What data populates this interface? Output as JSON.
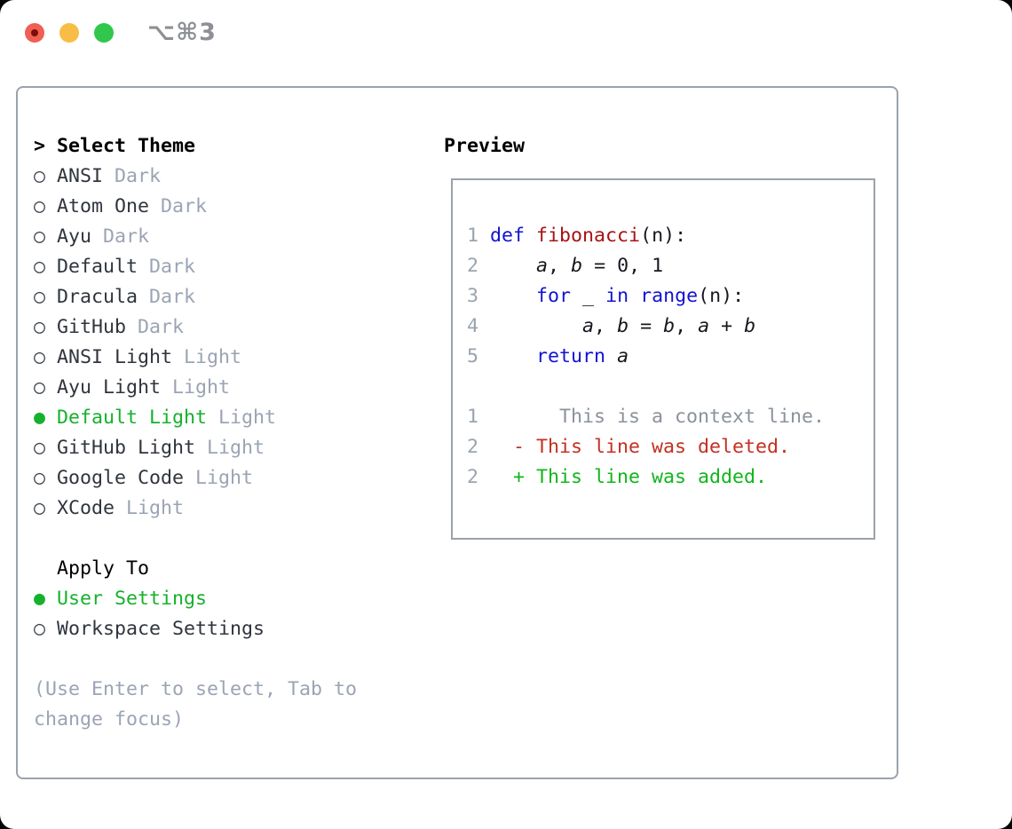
{
  "window": {
    "title_shortcut": "⌥⌘3",
    "controls": [
      "close",
      "minimize",
      "zoom"
    ]
  },
  "colors": {
    "accent_green": "#16b12c",
    "keyword_blue": "#1313d2",
    "function_red": "#a81212",
    "diff_deleted_red": "#c43023",
    "diff_added_green": "#12b51c",
    "diff_context_gray": "#8b929b",
    "line_number_gray": "#9aa4ae",
    "muted_gray": "#9ba4b4",
    "frame_gray": "#9aa2ac",
    "title_gray": "#8d9095",
    "traffic_red": "#ef5f53",
    "traffic_yellow": "#f8bd45",
    "traffic_green": "#30c74c"
  },
  "glyphs": {
    "radio_selected": "●",
    "radio_unselected": "○",
    "header_prefix": ">"
  },
  "theme_selector": {
    "header": "Select Theme",
    "items": [
      {
        "label": "ANSI",
        "tag": "Dark",
        "selected": false
      },
      {
        "label": "Atom One",
        "tag": "Dark",
        "selected": false
      },
      {
        "label": "Ayu",
        "tag": "Dark",
        "selected": false
      },
      {
        "label": "Default",
        "tag": "Dark",
        "selected": false
      },
      {
        "label": "Dracula",
        "tag": "Dark",
        "selected": false
      },
      {
        "label": "GitHub",
        "tag": "Dark",
        "selected": false
      },
      {
        "label": "ANSI Light",
        "tag": "Light",
        "selected": false
      },
      {
        "label": "Ayu Light",
        "tag": "Light",
        "selected": false
      },
      {
        "label": "Default Light",
        "tag": "Light",
        "selected": true
      },
      {
        "label": "GitHub Light",
        "tag": "Light",
        "selected": false
      },
      {
        "label": "Google Code",
        "tag": "Light",
        "selected": false
      },
      {
        "label": "XCode",
        "tag": "Light",
        "selected": false
      }
    ]
  },
  "apply_to": {
    "header": "Apply To",
    "items": [
      {
        "label": "User Settings",
        "selected": true
      },
      {
        "label": "Workspace Settings",
        "selected": false
      }
    ]
  },
  "help_text": {
    "line1": "(Use Enter to select, Tab to",
    "line2": "change focus)"
  },
  "preview": {
    "header": "Preview",
    "code_lines": [
      {
        "num": "1",
        "tokens": [
          {
            "t": "def",
            "c": "kw"
          },
          {
            "t": " "
          },
          {
            "t": "fibonacci",
            "c": "fn"
          },
          {
            "t": "(n):"
          }
        ]
      },
      {
        "num": "2",
        "tokens": [
          {
            "t": "    "
          },
          {
            "t": "a",
            "c": "var"
          },
          {
            "t": ", "
          },
          {
            "t": "b",
            "c": "var"
          },
          {
            "t": " = 0, 1"
          }
        ]
      },
      {
        "num": "3",
        "tokens": [
          {
            "t": "    "
          },
          {
            "t": "for",
            "c": "kw"
          },
          {
            "t": " _ "
          },
          {
            "t": "in",
            "c": "kw"
          },
          {
            "t": " "
          },
          {
            "t": "range",
            "c": "kw"
          },
          {
            "t": "(n):"
          }
        ]
      },
      {
        "num": "4",
        "tokens": [
          {
            "t": "        "
          },
          {
            "t": "a",
            "c": "var"
          },
          {
            "t": ", "
          },
          {
            "t": "b",
            "c": "var"
          },
          {
            "t": " = "
          },
          {
            "t": "b",
            "c": "var"
          },
          {
            "t": ", "
          },
          {
            "t": "a",
            "c": "var"
          },
          {
            "t": " + "
          },
          {
            "t": "b",
            "c": "var"
          }
        ]
      },
      {
        "num": "5",
        "tokens": [
          {
            "t": "    "
          },
          {
            "t": "return",
            "c": "kw"
          },
          {
            "t": " "
          },
          {
            "t": "a",
            "c": "var"
          }
        ]
      }
    ],
    "diff_lines": [
      {
        "num": "1",
        "kind": "context",
        "text": "      This is a context line."
      },
      {
        "num": "2",
        "kind": "deleted",
        "text": "  - This line was deleted."
      },
      {
        "num": "2",
        "kind": "added",
        "text": "  + This line was added."
      }
    ]
  }
}
